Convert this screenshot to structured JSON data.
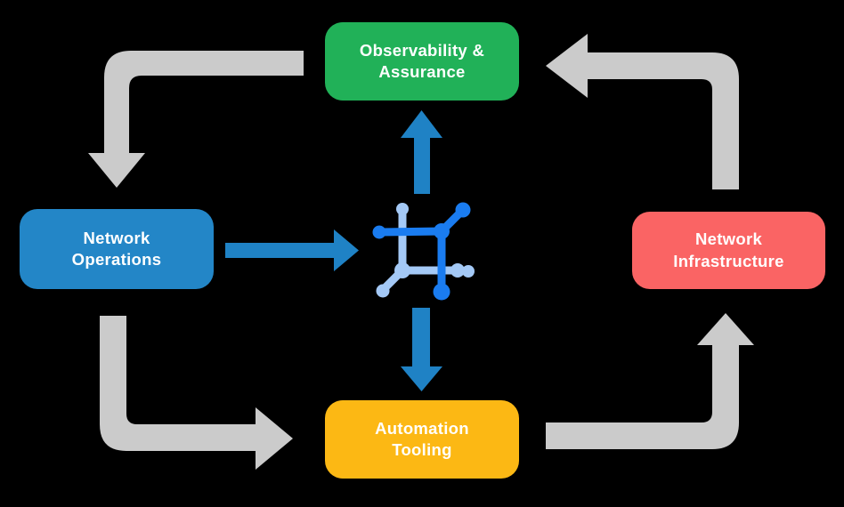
{
  "background": "#000000",
  "colors": {
    "text": "#FFFFFF",
    "arrow_gray": "#CBCBCB",
    "arrow_blue": "#1F82C5",
    "icon_dark_blue": "#1A7CF0",
    "icon_light_blue": "#A4C9F6"
  },
  "nodes": {
    "observability": {
      "label": "Observability & Assurance",
      "color": "#21B158"
    },
    "operations": {
      "label": "Network Operations",
      "color": "#2386C7"
    },
    "infrastructure": {
      "label": "Network Infrastructure",
      "color": "#FA6464"
    },
    "automation": {
      "label": "Automation Tooling",
      "color": "#FCB814"
    }
  },
  "icons": {
    "center": "network-mesh-icon"
  }
}
